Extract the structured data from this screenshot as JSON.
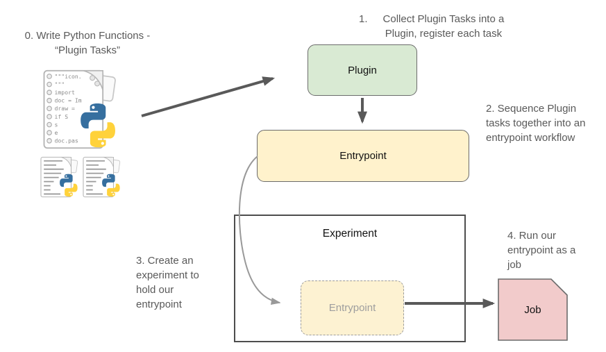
{
  "notes": {
    "step0": "0. Write Python Functions -\n“Plugin Tasks”",
    "step1_number": "1.",
    "step1_text": "Collect Plugin Tasks into a\nPlugin, register each task",
    "step2": "2. Sequence Plugin tasks together into an entrypoint workflow",
    "step3": "3. Create an experiment to hold our entrypoint",
    "step4": "4. Run our entrypoint as a job"
  },
  "nodes": {
    "plugin_label": "Plugin",
    "entrypoint_label": "Entrypoint",
    "experiment_label": "Experiment",
    "entrypoint_draft_label": "Entrypoint",
    "job_label": "Job"
  },
  "icons": {
    "python_file": "python-file-icon",
    "code_lines": [
      "\"\"\"icon.",
      "\"\"\"",
      "import",
      "doc = Im",
      "draw =",
      "if S",
      "  s",
      "  e",
      "doc.pas"
    ]
  },
  "colors": {
    "plugin_fill": "#d9ead3",
    "entrypoint_fill": "#fff2cc",
    "entrypoint_draft_fill": "#fdf2d2",
    "job_fill": "#f2cbcb",
    "box_border": "#6b6b6b",
    "experiment_border": "#4d4d4d",
    "arrow_dark": "#595959",
    "arrow_light": "#999999",
    "note_text": "#595959",
    "python_blue": "#366f9f",
    "python_yellow": "#ffd23b"
  }
}
